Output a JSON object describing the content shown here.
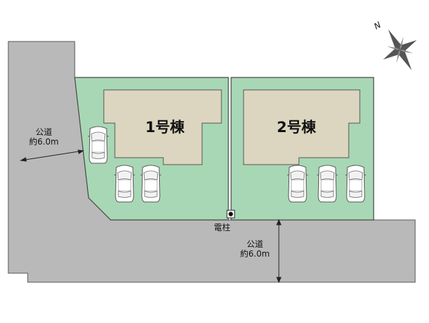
{
  "compass": {
    "north_label": "N"
  },
  "road_west": {
    "line1": "公道",
    "line2": "約6.0m"
  },
  "road_south": {
    "line1": "公道",
    "line2": "約6.0m"
  },
  "pole_label": "電柱",
  "lot1": {
    "label": "1号棟"
  },
  "lot2": {
    "label": "2号棟"
  },
  "colors": {
    "road": "#b9b9b9",
    "lot": "#a8d7b5",
    "building": "#dcd5bf",
    "outline": "#444444"
  }
}
